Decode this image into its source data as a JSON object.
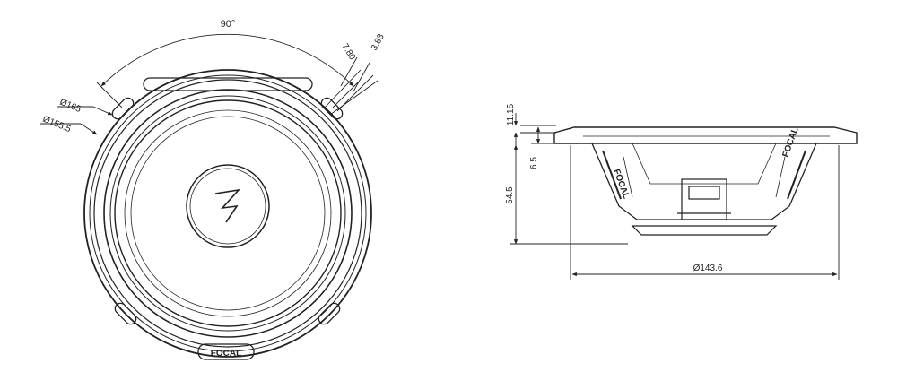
{
  "front_view": {
    "angle_label": "90°",
    "dim_outer_diameter": "Ø165",
    "dim_mount_diameter": "Ø155.5",
    "dim_slot_length": "7.80",
    "dim_slot_width": "3.83",
    "logo_text": "FOCAL"
  },
  "side_view": {
    "dim_flange_height": "11.15",
    "dim_flange_thickness": "6.5",
    "dim_mount_depth": "54.5",
    "dim_basket_diameter": "Ø143.6",
    "basket_logo_text": "FOCAL"
  },
  "colors": {
    "line": "#222222",
    "background": "#ffffff"
  }
}
